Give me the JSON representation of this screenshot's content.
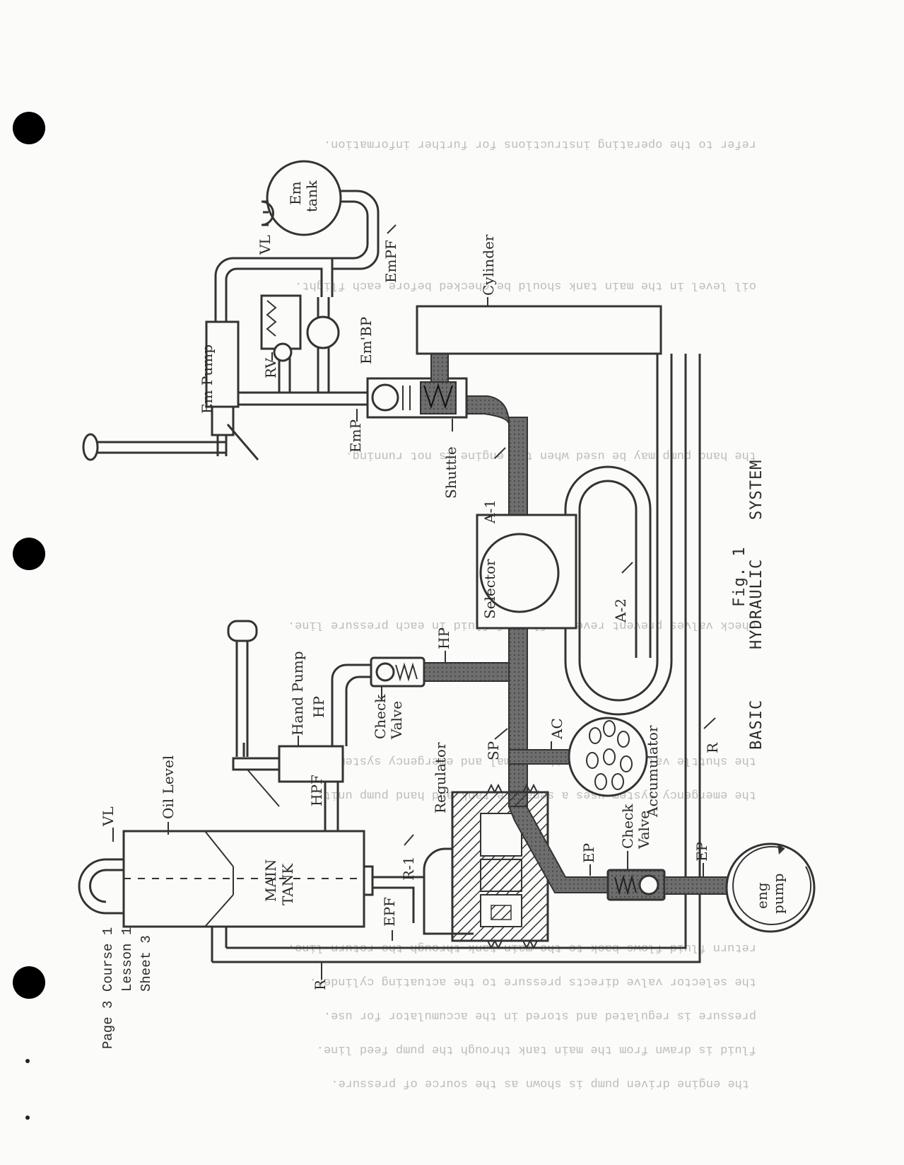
{
  "header": {
    "page": "Page 3",
    "course": "Course 1",
    "lesson": "Lesson 1",
    "sheet": "Sheet 3"
  },
  "figure": {
    "caption": "Fig. 1",
    "title_words": [
      "BASIC",
      "HYDRAULIC",
      "SYSTEM"
    ]
  },
  "components": {
    "main_tank": [
      "MAIN",
      "TANK"
    ],
    "oil_level": "Oil Level",
    "vl_main": "VL",
    "hand_pump": "Hand Pump",
    "hpf": "HPF",
    "hp_hand": "HP",
    "check_valve_upper": [
      "Check",
      "Valve"
    ],
    "hp_line": "HP",
    "sp": "SP",
    "ac": "AC",
    "accumulator": "Accumulator",
    "regulator": "Regulator",
    "r1": "R-1",
    "epf": "EPF",
    "ep_reg": "EP",
    "check_valve_lower": [
      "Check",
      "Valve"
    ],
    "ep_pump": "EP",
    "eng_pump": [
      "eng",
      "pump"
    ],
    "r_bottom": "R",
    "r_right": "R",
    "selector": "Selector",
    "a1": "A-1",
    "a2": "A-2",
    "shuttle": "Shuttle",
    "cylinder": "Cylinder",
    "emp": "EmP",
    "em_pump": "Em Pump",
    "rv": "RV",
    "em_bp": "Em'BP",
    "empf": "EmPF",
    "vl_em": "VL",
    "em_tank": [
      "Em",
      "tank"
    ]
  }
}
